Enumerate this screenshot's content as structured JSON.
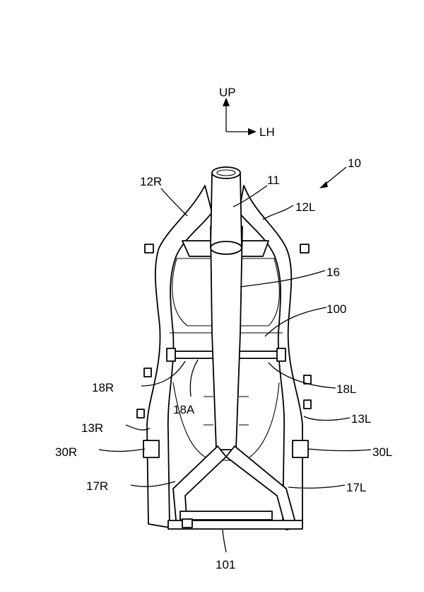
{
  "figure": {
    "directions": {
      "up": "UP",
      "left_hand": "LH"
    },
    "labels": {
      "frame": "10",
      "head_pipe": "11",
      "main_frame_right": "12R",
      "main_frame_left": "12L",
      "spine": "16",
      "engine": "100",
      "cross_right": "18R",
      "cross_center": "18A",
      "cross_left": "18L",
      "pivot_frame_right": "13R",
      "pivot_frame_left": "13L",
      "clamp_right": "30R",
      "clamp_left": "30L",
      "down_tube_right": "17R",
      "down_tube_left": "17L",
      "lower_member": "101"
    }
  }
}
